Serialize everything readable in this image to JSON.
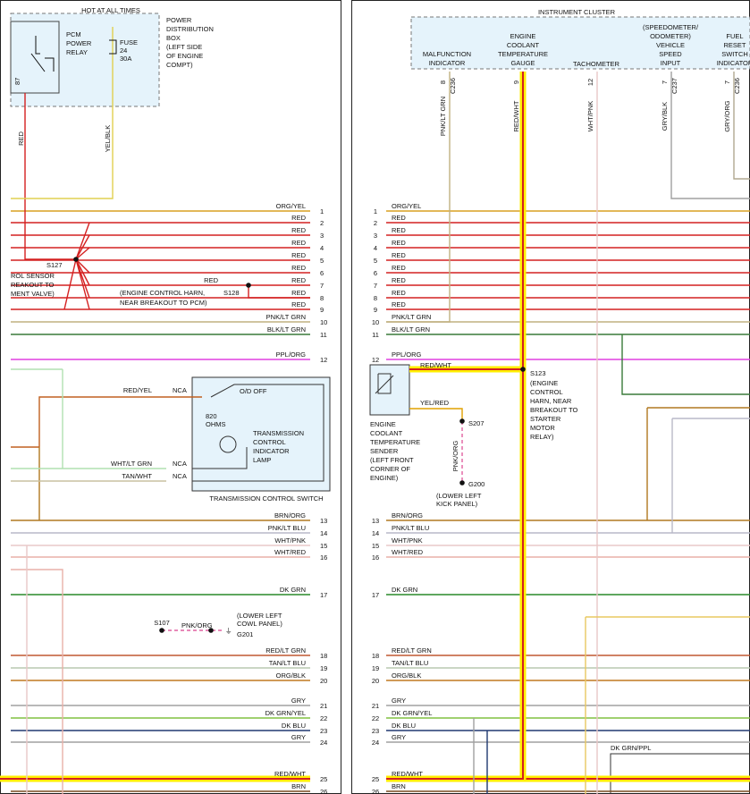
{
  "top": {
    "hot_at_all_times": "HOT AT ALL TIMES",
    "pcm_relay": [
      "PCM",
      "POWER",
      "RELAY"
    ],
    "fuse": [
      "FUSE",
      "24",
      "30A"
    ],
    "pdb": [
      "POWER",
      "DISTRIBUTION",
      "BOX",
      "(LEFT SIDE",
      "OF ENGINE",
      "COMPT)"
    ],
    "pin87": "87",
    "red_label": "RED",
    "yelblk_label": "YEL/BLK"
  },
  "cluster": {
    "title": "INSTRUMENT CLUSTER",
    "malfunction": [
      "MALFUNCTION",
      "INDICATOR"
    ],
    "coolant_gauge": [
      "ENGINE",
      "COOLANT",
      "TEMPERATURE",
      "GAUGE"
    ],
    "tachometer": "TACHOMETER",
    "vss": [
      "(SPEEDOMETER/",
      "ODOMETER)",
      "VEHICLE",
      "SPEED",
      "INPUT"
    ],
    "fuel_reset": [
      "FUEL",
      "RESET",
      "SWITCH",
      "INDICATOR"
    ],
    "pins": [
      {
        "num": "8",
        "conn": "C236",
        "wire": "PNK/LT GRN"
      },
      {
        "num": "9",
        "conn": "",
        "wire": "RED/WHT"
      },
      {
        "num": "12",
        "conn": "",
        "wire": "WHT/PNK"
      },
      {
        "num": "7",
        "conn": "C237",
        "wire": "GRY/BLK"
      },
      {
        "num": "7",
        "conn": "C236",
        "wire": "GRY/ORG"
      }
    ]
  },
  "left_wires": [
    {
      "n": "1",
      "label": "ORG/YEL"
    },
    {
      "n": "2",
      "label": "RED"
    },
    {
      "n": "3",
      "label": "RED"
    },
    {
      "n": "4",
      "label": "RED"
    },
    {
      "n": "5",
      "label": "RED"
    },
    {
      "n": "6",
      "label": "RED"
    },
    {
      "n": "7",
      "label": "RED"
    },
    {
      "n": "8",
      "label": "RED"
    },
    {
      "n": "9",
      "label": "RED"
    },
    {
      "n": "10",
      "label": "PNK/LT GRN"
    },
    {
      "n": "11",
      "label": "BLK/LT GRN"
    },
    {
      "n": "12",
      "label": "PPL/ORG"
    },
    {
      "n": "13",
      "label": "BRN/ORG"
    },
    {
      "n": "14",
      "label": "PNK/LT BLU"
    },
    {
      "n": "15",
      "label": "WHT/PNK"
    },
    {
      "n": "16",
      "label": "WHT/RED"
    },
    {
      "n": "17",
      "label": "DK GRN"
    },
    {
      "n": "18",
      "label": "RED/LT GRN"
    },
    {
      "n": "19",
      "label": "TAN/LT BLU"
    },
    {
      "n": "20",
      "label": "ORG/BLK"
    },
    {
      "n": "21",
      "label": "GRY"
    },
    {
      "n": "22",
      "label": "DK GRN/YEL"
    },
    {
      "n": "23",
      "label": "DK BLU"
    },
    {
      "n": "24",
      "label": "GRY"
    },
    {
      "n": "25",
      "label": "RED/WHT"
    },
    {
      "n": "26",
      "label": "BRN"
    }
  ],
  "right_wires": [
    {
      "n": "1",
      "label": "ORG/YEL"
    },
    {
      "n": "2",
      "label": "RED"
    },
    {
      "n": "3",
      "label": "RED"
    },
    {
      "n": "4",
      "label": "RED"
    },
    {
      "n": "5",
      "label": "RED"
    },
    {
      "n": "6",
      "label": "RED"
    },
    {
      "n": "7",
      "label": "RED"
    },
    {
      "n": "8",
      "label": "RED"
    },
    {
      "n": "9",
      "label": "RED"
    },
    {
      "n": "10",
      "label": "PNK/LT GRN"
    },
    {
      "n": "11",
      "label": "BLK/LT GRN"
    },
    {
      "n": "12",
      "label": "PPL/ORG"
    },
    {
      "n": "13",
      "label": "BRN/ORG"
    },
    {
      "n": "14",
      "label": "PNK/LT BLU"
    },
    {
      "n": "15",
      "label": "WHT/PNK"
    },
    {
      "n": "16",
      "label": "WHT/RED"
    },
    {
      "n": "17",
      "label": "DK GRN"
    },
    {
      "n": "18",
      "label": "RED/LT GRN"
    },
    {
      "n": "19",
      "label": "TAN/LT BLU"
    },
    {
      "n": "20",
      "label": "ORG/BLK"
    },
    {
      "n": "21",
      "label": "GRY"
    },
    {
      "n": "22",
      "label": "DK GRN/YEL"
    },
    {
      "n": "23",
      "label": "DK BLU"
    },
    {
      "n": "24",
      "label": "GRY"
    },
    {
      "n": "25",
      "label": "RED/WHT"
    },
    {
      "n": "26",
      "label": "BRN"
    }
  ],
  "splices": {
    "s127": "S127",
    "s128": "S128",
    "s128_red": "RED",
    "engine_harn": [
      "(ENGINE CONTROL HARN,",
      "NEAR BREAKOUT TO PCM)"
    ],
    "sensor_frag": [
      "ROL SENSOR",
      "REAKOUT TO",
      "MENT VALVE)"
    ],
    "s107": "S107",
    "s107_wire": "PNK/ORG",
    "g201": "G201",
    "g201_loc": [
      "(LOWER LEFT",
      "COWL PANEL)"
    ],
    "s123": "S123",
    "s123_desc": [
      "(ENGINE",
      "CONTROL",
      "HARN, NEAR",
      "BREAKOUT TO",
      "STARTER",
      "MOTOR",
      "RELAY)"
    ],
    "s207": "S207",
    "s207_wire": "PNK/ORG",
    "g200": "G200",
    "g200_loc": [
      "(LOWER LEFT",
      "KICK PANEL)"
    ],
    "redwht": "RED/WHT",
    "yelred": "YEL/RED",
    "sender": [
      "ENGINE",
      "COOLANT",
      "TEMPERATURE",
      "SENDER",
      "(LEFT FRONT",
      "CORNER OF",
      "ENGINE)"
    ],
    "dkgrnppl": "DK GRN/PPL"
  },
  "tcs": {
    "title": "TRANSMISSION CONTROL SWITCH",
    "od_off": "O/D OFF",
    "ohms": [
      "820",
      "OHMS"
    ],
    "lamp": [
      "TRANSMISSION",
      "CONTROL",
      "INDICATOR",
      "LAMP"
    ],
    "redyel": "RED/YEL",
    "whtltgrn": "WHT/LT GRN",
    "tanwht": "TAN/WHT",
    "nca": "NCA"
  },
  "colors": {
    "red": "#d42020",
    "orgyel": "#d8a020",
    "pnkltgrn": "#c0b080",
    "blkltgrn": "#3a7a3a",
    "pplorg": "#e040e0",
    "brnorg": "#b07820",
    "pnkltblu": "#b8b8c8",
    "whtpnk": "#e8c8c8",
    "whtred": "#e8b0a8",
    "dkgrn": "#2a8a2a",
    "redltgrn": "#c05830",
    "tanltblu": "#b8c8b0",
    "orgblk": "#c07820",
    "gry": "#a0a0a0",
    "dkgrnyel": "#80c040",
    "dkblu": "#203870",
    "brn": "#7a4a20",
    "yelblk": "#e0d050",
    "redwht_hl": "#ffee00",
    "whtltgrn": "#b0e0b0",
    "tanwht": "#c8c0a0",
    "yelred": "#e0a000",
    "grayorg": "#b0a890",
    "dkgrnppl": "#555555"
  }
}
